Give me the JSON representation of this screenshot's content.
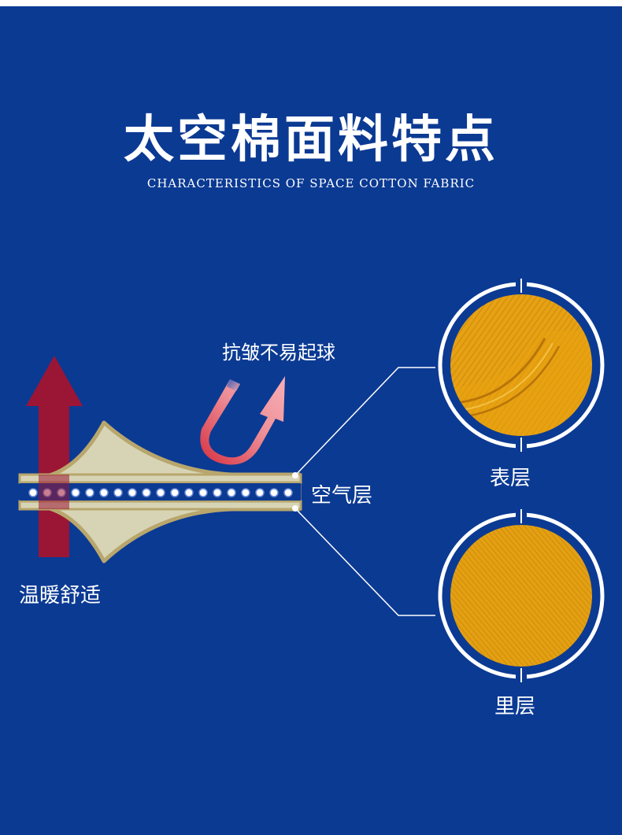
{
  "header": {
    "title": "太空棉面料特点",
    "subtitle": "CHARACTERISTICS OF SPACE COTTON FABRIC"
  },
  "diagram": {
    "features": {
      "wrinkle_resistant": "抗皱不易起球",
      "warm_comfort": "温暖舒适"
    },
    "layers": {
      "air_layer": "空气层",
      "surface_layer": "表层",
      "inner_layer": "里层"
    }
  },
  "colors": {
    "background": "#0b3a93",
    "fabric": "#e8a20e",
    "arrow_warm": "#9b1535",
    "arrow_wrinkle": "#f2a0a8",
    "layer_fill": "#d7d4b6",
    "layer_edge": "#b8a66c"
  }
}
